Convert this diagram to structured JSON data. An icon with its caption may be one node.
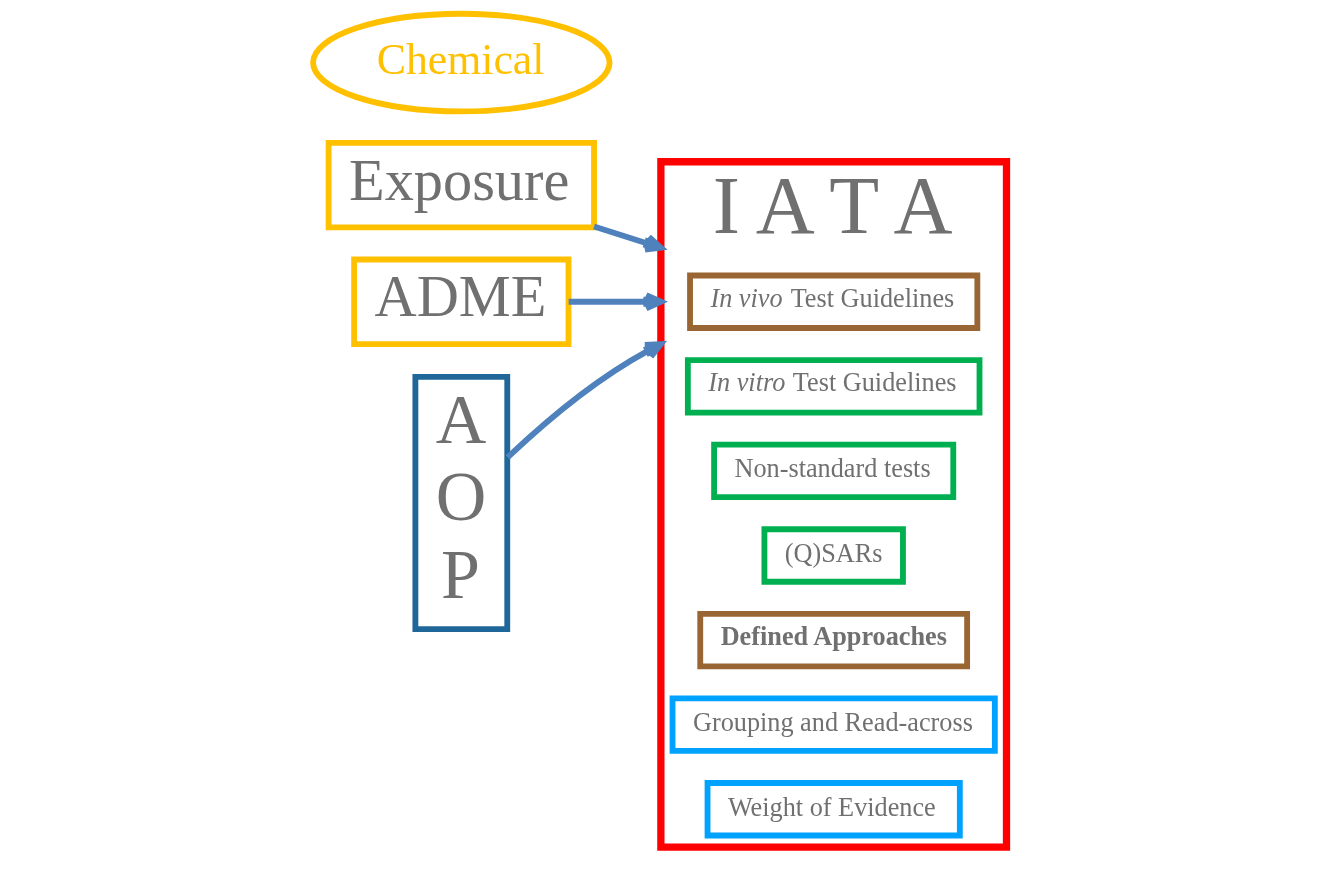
{
  "diagram": {
    "nodes": [
      {
        "text": [
          "Exposure"
        ]
      },
      {
        "text": [
          "ADME"
        ]
      },
      {
        "text": [
          "Chemical"
        ]
      },
      {
        "text": [
          "A O P"
        ]
      },
      {
        "text": [
          "I A T A"
        ]
      },
      {
        "text": [
          "*In vivo* Test Guidelines"
        ],
        "in": 4
      },
      {
        "text": [
          "*In vitro* Test Guidelines"
        ],
        "in": 4
      },
      {
        "text": [
          "Non-standard tests"
        ],
        "in": 4
      },
      {
        "text": [
          "(Q)SARs"
        ],
        "in": 4
      },
      {
        "text": [
          "Defined Approaches"
        ],
        "in": 4
      },
      {
        "text": [
          "Grouping and Read-across"
        ],
        "in": 4
      },
      {
        "text": [
          "Weight of Evidence"
        ],
        "in": 4
      }
    ],
    "edges": [
      {
        "from": 0,
        "to": 4,
        "arrow": "to"
      },
      {
        "from": 1,
        "to": 4,
        "arrow": "to"
      },
      {
        "from": 3,
        "to": 4,
        "arrow": "to"
      }
    ]
  }
}
